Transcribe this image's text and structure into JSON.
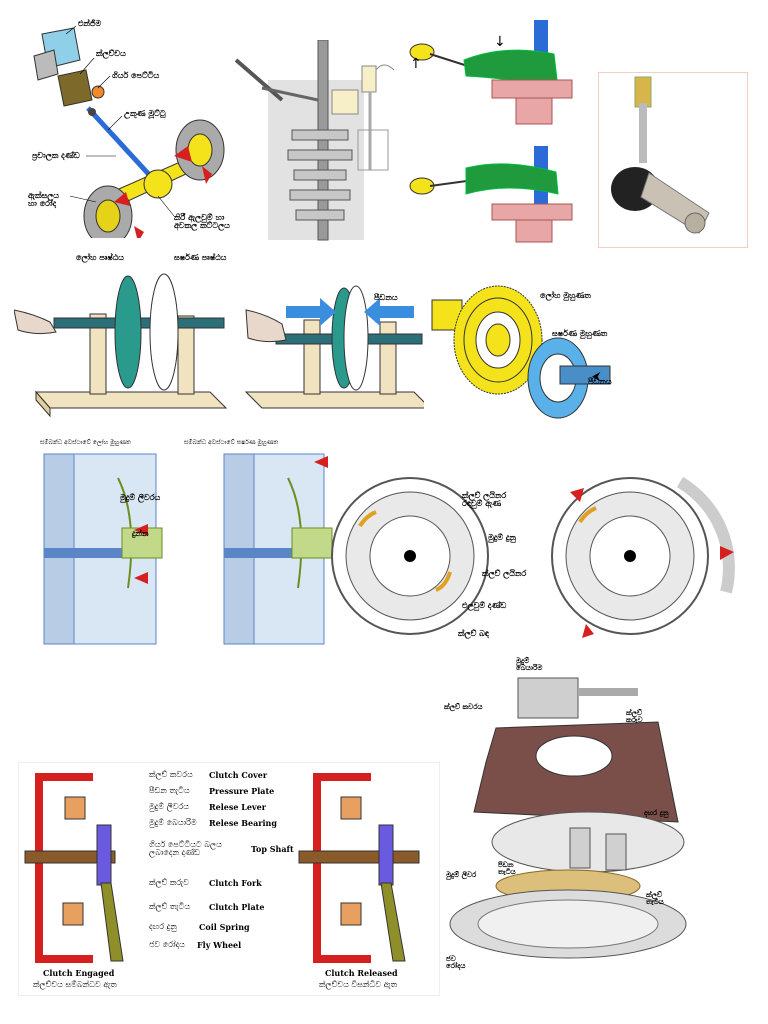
{
  "colors": {
    "yellow": "#f4e21a",
    "green": "#1f9a3c",
    "blue": "#2a6bd8",
    "red": "#d62020",
    "flange": "#e8a6a6",
    "wood": "#f1e3bf",
    "hatch": "#5a86c8",
    "olive": "#6b8f1f"
  },
  "drivetrain": {
    "engine": "එන්ජිම",
    "clutch": "ක්ලච්චය",
    "gearbox": "ගියර් පෙට්ටිය",
    "ujoint": "උකුණ මූට්ටු",
    "propshaft": "ප්‍රචාලක දණ්ඩ",
    "axle_shaft": "ඇක්සලය\nහා රෝද",
    "differential": "කිරී ඇලවුම් හා\nඅවකල කට්ටලය"
  },
  "discs_panel": {
    "flywheel_plate": "ලෝහ පෘෂ්ඨය",
    "friction_plate": "ඝර්ෂණ පෘෂ්ඨය",
    "pressure": "පීඩනය"
  },
  "exploded_panel": {
    "metal_face": "ලෝහ මුහුණත",
    "friction_face": "ඝර්ෂණ මුහුණත",
    "pressure": "පීඩනය"
  },
  "cross_section": {
    "engaged_title": "සම්බන්ධ අවස්ථාවේ ලෝහ මුහුණත",
    "released_title": "සම්බන්ධ අවස්ථාවේ ඝර්ෂණ මුහුණත",
    "release_lever": "මුදුම් ලීවරය",
    "spring": "දුන්න"
  },
  "centrifugal": {
    "lining_label": "ක්ලච් ලයිනර\nරඳවුම් ඇණ",
    "spring": "මුදුම් දුනු",
    "clutch_liner": "ක්ලච් ලයිනර",
    "pivot_pin": "එලවුම් දණ්ඩ",
    "clutch_drum": "ක්ලච් බඳ"
  },
  "clutch_legend": {
    "items": [
      {
        "si": "ක්ලච් කවරය",
        "en": "Clutch Cover"
      },
      {
        "si": "පීඩන තැටිය",
        "en": "Pressure Plate"
      },
      {
        "si": "මුදුම් ලීවරය",
        "en": "Relese Lever"
      },
      {
        "si": "මුදුම් බෙයාරිම",
        "en": "Relese Bearing"
      },
      {
        "si": "ගියර් පෙට්ටියට බලය\nලබාදෙන දණ්ඩ",
        "en": "Top Shaft"
      },
      {
        "si": "ක්ලච් කරුව",
        "en": "Clutch Fork"
      },
      {
        "si": "ක්ලච් තැටිය",
        "en": "Clutch Plate"
      },
      {
        "si": "දඟර දුනු",
        "en": "Coil Spring"
      },
      {
        "si": "ජව රෝදය",
        "en": "Fly Wheel"
      }
    ],
    "engaged_en": "Clutch Engaged",
    "engaged_si": "ක්ලච්චය සම්බන්ධව ඇත",
    "released_en": "Clutch Released",
    "released_si": "ක්ලච්චය විසන්ධිව ඇත"
  },
  "exploded_clutch": {
    "release_bearing": "මුදුම්\nබෙයාරිම",
    "clutch_cover": "ක්ලච් කවරය",
    "clutch_fork": "ක්ලච්\nකරුව",
    "coil_spring": "දඟර දුනු",
    "release_lever": "මුදුම් ලීවර",
    "pressure_plate": "පීඩන\nතැටිය",
    "clutch_plate": "ක්ලච්\nතැටිය",
    "flywheel": "ජව\nරෝදය"
  }
}
